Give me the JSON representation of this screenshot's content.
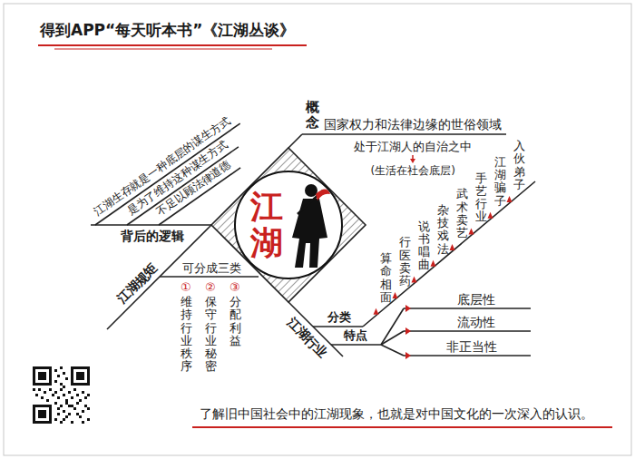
{
  "diagram": {
    "title": "得到APP“每天听本书”《江湖丛谈》",
    "caption": "了解旧中国社会中的江湖现象，也就是对中国文化的一次深入的认识。",
    "nodes": [
      {
        "text": [
          "江湖"
        ]
      }
    ],
    "labels": [
      "概念",
      "国家权力和法律边缘的世俗领域",
      "处于江湖人的自治之中",
      "(生活在社会底层)",
      "背后的逻辑",
      "江湖生存就是一种底层的谋生方式",
      "是为了维持这种谋生方式",
      "不足以顾法律道德",
      "江湖规矩",
      "可分成三类",
      "①",
      "维持行业秩序",
      "②",
      "保守行业秘密",
      "③",
      "分配利益",
      "江湖行业",
      "分类",
      "算命相面",
      "行医卖药",
      "说书唱曲",
      "杂技戏法",
      "武术卖艺",
      "手艺行业",
      "江湖骗子",
      "入伙弟子",
      "特点",
      "底层性",
      "流动性",
      "非正当性"
    ]
  }
}
